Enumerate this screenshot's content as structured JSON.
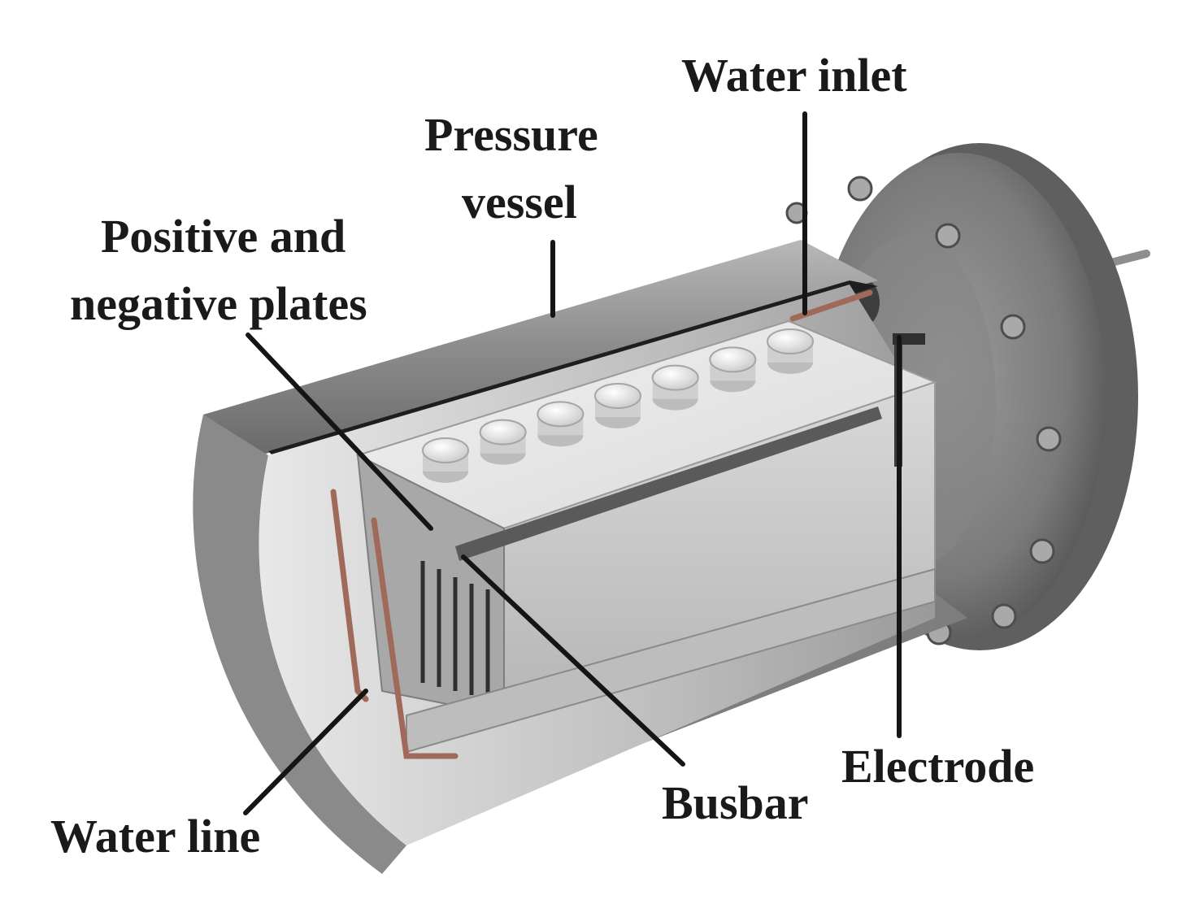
{
  "labels": {
    "water_inlet": "Water inlet",
    "pressure_vessel_line1": "Pressure",
    "pressure_vessel_line2": "vessel",
    "plates_line1": "Positive and",
    "plates_line2": "negative plates",
    "electrode": "Electrode",
    "busbar": "Busbar",
    "water_line": "Water line"
  },
  "colors": {
    "background": "#ffffff",
    "label_text": "#1a1a1a",
    "vessel_outer": "#8a8a8a",
    "vessel_inner": "#c8c8c8",
    "flange": "#7a7a7a",
    "battery_top": "#e6e6e6",
    "battery_side": "#cfcfcf",
    "water_pipe": "#b07a6a"
  },
  "battery": {
    "cap_count": 7
  }
}
